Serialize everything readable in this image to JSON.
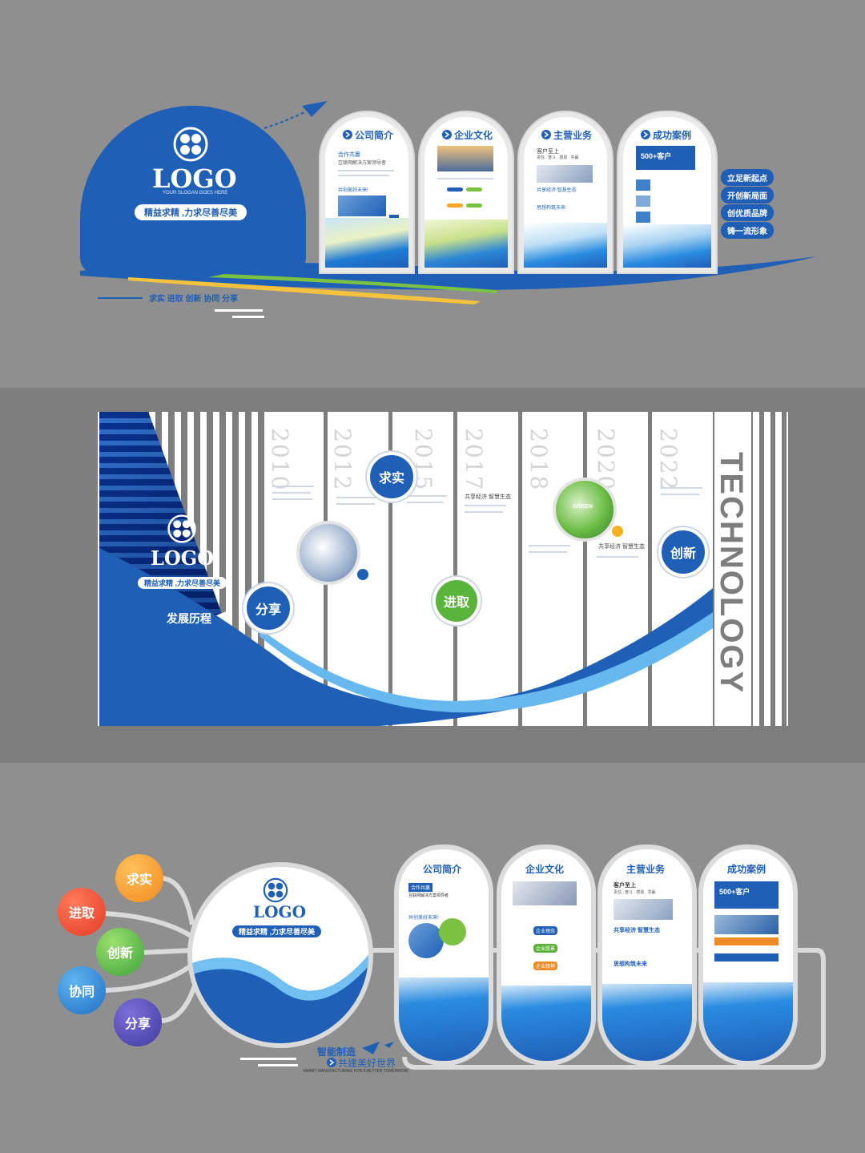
{
  "top": {
    "logo_text": "LOGO",
    "logo_sub": "YOUR SLOGAN GOES HERE",
    "slogan": "精益求精 ,力求尽善尽美",
    "values_line": "求实  进取  创新  协同  分享",
    "panels": [
      {
        "title": "公司简介",
        "sub1": "合作共赢",
        "sub2": "互联网解决方案领导者",
        "sub3": "共创美好未来!"
      },
      {
        "title": "企业文化"
      },
      {
        "title": "主营业务",
        "sub1": "客户至上",
        "sub2": "责任 . 奋斗 . 感恩 . 共赢",
        "sub3": "共享经济  智慧生态",
        "sub4": "思想构筑未来"
      },
      {
        "title": "成功案例",
        "sub1": "500+客户"
      }
    ],
    "tags": [
      "立足新起点",
      "开创新局面",
      "创优质品牌",
      "铸一流形象"
    ]
  },
  "middle": {
    "years": [
      "2010",
      "2012",
      "2015",
      "2017",
      "2018",
      "2020",
      "2022"
    ],
    "logo_text": "LOGO",
    "slogan": "精益求精 ,力求尽善尽美",
    "history": "发展历程",
    "values": {
      "a": "求实",
      "b": "分享",
      "c": "进取",
      "d": "创新"
    },
    "green_label": "GREEN",
    "text_2017": "共享经济  智慧生态",
    "text_2018": "共享经济  智慧生态",
    "tech": "TECHNOLOGY"
  },
  "bottom": {
    "logo_text": "LOGO",
    "slogan": "精益求精 ,力求尽善尽美",
    "values": [
      "求实",
      "进取",
      "创新",
      "协同",
      "分享"
    ],
    "panels": [
      {
        "title": "公司简介",
        "tag": "合作共赢",
        "sub": "互联网解决方案领导者",
        "sub2": "共创美好未来!"
      },
      {
        "title": "企业文化",
        "tag1": "企业理念",
        "tag2": "企业愿景",
        "tag3": "企业精神"
      },
      {
        "title": "主营业务",
        "sub1": "客户至上",
        "sub2": "责任 . 奋斗 . 感恩 . 共赢",
        "sub3": "共享经济  智慧生态",
        "sub4": "思想构筑未来"
      },
      {
        "title": "成功案例",
        "sub1": "500+客户"
      }
    ],
    "footer1": "智能制造",
    "footer2": "共建美好世界",
    "footer3": "SMART MANUFACTURING FOR A BETTER TOMORROW"
  },
  "colors": {
    "brand": "#1f5fb6",
    "green": "#7cc242",
    "orange": "#f5a623",
    "bg": "#8f8f8f"
  }
}
